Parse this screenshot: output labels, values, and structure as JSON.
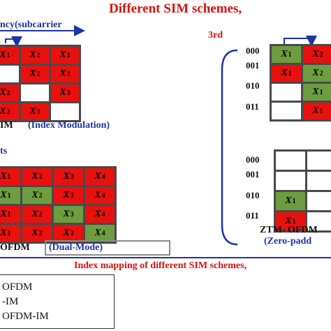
{
  "title": "Different  SIM schemes,",
  "subcarrier_label": "ncy(subcarrier",
  "third_label": "3rd",
  "im_label": "IM",
  "index_modulation_label": "(Index Modulation)",
  "ts_label": "ts",
  "dm_label": "OFDM",
  "dual_mode_label": "(Dual-Mode)",
  "ztm_label": "ZTM- OFDM",
  "zero_padding_label": "(Zero-padd",
  "footer_label": "Index mapping of different  SIM schemes,",
  "legend": [
    "OFDM",
    "-IM",
    "OFDM-IM"
  ],
  "index_labels_top": [
    "000",
    "001",
    "010",
    "011"
  ],
  "index_labels_bottom": [
    "000",
    "001",
    "010",
    "011"
  ],
  "grid_top_left": [
    [
      {
        "c": "red",
        "s": "X",
        "n": "1"
      },
      {
        "c": "red",
        "s": "X",
        "n": "2"
      },
      {
        "c": "red",
        "s": "X",
        "n": "1"
      }
    ],
    [
      {
        "c": "white",
        "s": "",
        "n": ""
      },
      {
        "c": "red",
        "s": "X",
        "n": "2"
      },
      {
        "c": "red",
        "s": "X",
        "n": "3"
      }
    ],
    [
      {
        "c": "red",
        "s": "X",
        "n": "2"
      },
      {
        "c": "white",
        "s": "",
        "n": ""
      },
      {
        "c": "red",
        "s": "X",
        "n": "3"
      }
    ],
    [
      {
        "c": "red",
        "s": "X",
        "n": "2"
      },
      {
        "c": "red",
        "s": "X",
        "n": "3"
      },
      {
        "c": "white",
        "s": "",
        "n": ""
      }
    ]
  ],
  "grid_dual_mode": [
    [
      {
        "c": "red",
        "s": "X",
        "n": "1"
      },
      {
        "c": "red",
        "s": "X",
        "n": "2"
      },
      {
        "c": "red",
        "s": "X",
        "n": "3"
      },
      {
        "c": "red",
        "s": "X",
        "n": "4"
      }
    ],
    [
      {
        "c": "green",
        "s": "X",
        "n": "1"
      },
      {
        "c": "green",
        "s": "X",
        "n": "2"
      },
      {
        "c": "red",
        "s": "X",
        "n": "3"
      },
      {
        "c": "red",
        "s": "X",
        "n": "4"
      }
    ],
    [
      {
        "c": "red",
        "s": "X",
        "n": "1"
      },
      {
        "c": "red",
        "s": "X",
        "n": "2"
      },
      {
        "c": "green",
        "s": "X",
        "n": "3"
      },
      {
        "c": "red",
        "s": "X",
        "n": "4"
      }
    ],
    [
      {
        "c": "red",
        "s": "X",
        "n": "1"
      },
      {
        "c": "red",
        "s": "X",
        "n": "2"
      },
      {
        "c": "red",
        "s": "X",
        "n": "3"
      },
      {
        "c": "green",
        "s": "X",
        "n": "4"
      }
    ]
  ],
  "grid_top_right": [
    [
      {
        "c": "green",
        "s": "X",
        "n": "1"
      },
      {
        "c": "red",
        "s": "X",
        "n": "2"
      }
    ],
    [
      {
        "c": "red",
        "s": "X",
        "n": "1"
      },
      {
        "c": "green",
        "s": "X",
        "n": "2"
      }
    ],
    [
      {
        "c": "white",
        "s": "",
        "n": ""
      },
      {
        "c": "green",
        "s": "X",
        "n": "1"
      }
    ],
    [
      {
        "c": "white",
        "s": "",
        "n": ""
      },
      {
        "c": "red",
        "s": "X",
        "n": "1"
      }
    ]
  ],
  "grid_ztm": [
    [
      {
        "c": "white",
        "s": "",
        "n": ""
      },
      {
        "c": "white",
        "s": "",
        "n": ""
      },
      {
        "c": "white",
        "s": "",
        "n": ""
      }
    ],
    [
      {
        "c": "white",
        "s": "",
        "n": ""
      },
      {
        "c": "white",
        "s": "",
        "n": ""
      },
      {
        "c": "white",
        "s": "",
        "n": ""
      }
    ],
    [
      {
        "c": "green",
        "s": "X",
        "n": "1"
      },
      {
        "c": "white",
        "s": "",
        "n": ""
      },
      {
        "c": "white",
        "s": "",
        "n": ""
      }
    ],
    [
      {
        "c": "red",
        "s": "X",
        "n": "1"
      },
      {
        "c": "white",
        "s": "",
        "n": ""
      },
      {
        "c": "white",
        "s": "",
        "n": ""
      }
    ]
  ],
  "colors": {
    "red": "#e8110e",
    "green": "#6d9d3f",
    "blue": "#1d33a8",
    "title_red": "#d6120e"
  }
}
